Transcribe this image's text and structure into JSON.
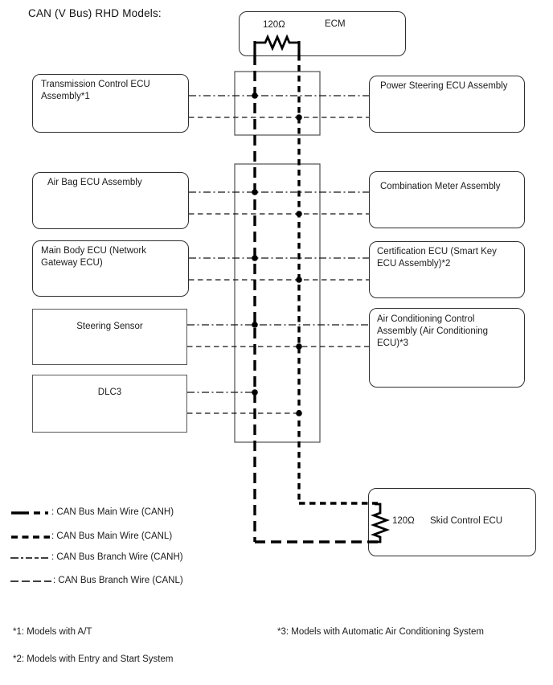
{
  "title": "CAN (V Bus) RHD Models:",
  "colors": {
    "wire": "#000000",
    "box_border": "#2e2e2e",
    "background": "#ffffff"
  },
  "ecm": {
    "resistor_label": "120Ω",
    "label": "ECM"
  },
  "left_boxes": [
    {
      "name": "transmission-control-ecu",
      "lines": [
        "Transmission Control ECU",
        "Assembly*1"
      ]
    },
    {
      "name": "air-bag-ecu",
      "lines": [
        "Air Bag ECU Assembly"
      ]
    },
    {
      "name": "main-body-ecu",
      "lines": [
        "Main Body ECU (Network",
        "Gateway ECU)"
      ]
    },
    {
      "name": "steering-sensor",
      "lines": [
        "Steering Sensor"
      ]
    },
    {
      "name": "dlc3",
      "lines": [
        "DLC3"
      ]
    }
  ],
  "right_boxes": [
    {
      "name": "power-steering-ecu",
      "lines": [
        "Power Steering ECU Assembly"
      ]
    },
    {
      "name": "combination-meter",
      "lines": [
        "Combination Meter Assembly"
      ]
    },
    {
      "name": "certification-ecu",
      "lines": [
        "Certification ECU (Smart Key",
        "ECU Assembly)*2"
      ]
    },
    {
      "name": "air-conditioning-ecu",
      "lines": [
        "Air Conditioning Control",
        "Assembly (Air Conditioning",
        "ECU)*3"
      ]
    }
  ],
  "skid_box": {
    "resistor_label": "120Ω",
    "label": "Skid Control ECU"
  },
  "legend": [
    {
      "name": "main-canh",
      "label": ": CAN Bus Main Wire (CANH)"
    },
    {
      "name": "main-canl",
      "label": ": CAN Bus Main Wire (CANL)"
    },
    {
      "name": "branch-canh",
      "label": ": CAN Bus Branch Wire (CANH)"
    },
    {
      "name": "branch-canl",
      "label": ": CAN Bus Branch Wire (CANL)"
    }
  ],
  "footnotes": [
    "*1: Models with A/T",
    "*2: Models with Entry and Start System",
    "*3: Models with Automatic Air Conditioning System"
  ]
}
